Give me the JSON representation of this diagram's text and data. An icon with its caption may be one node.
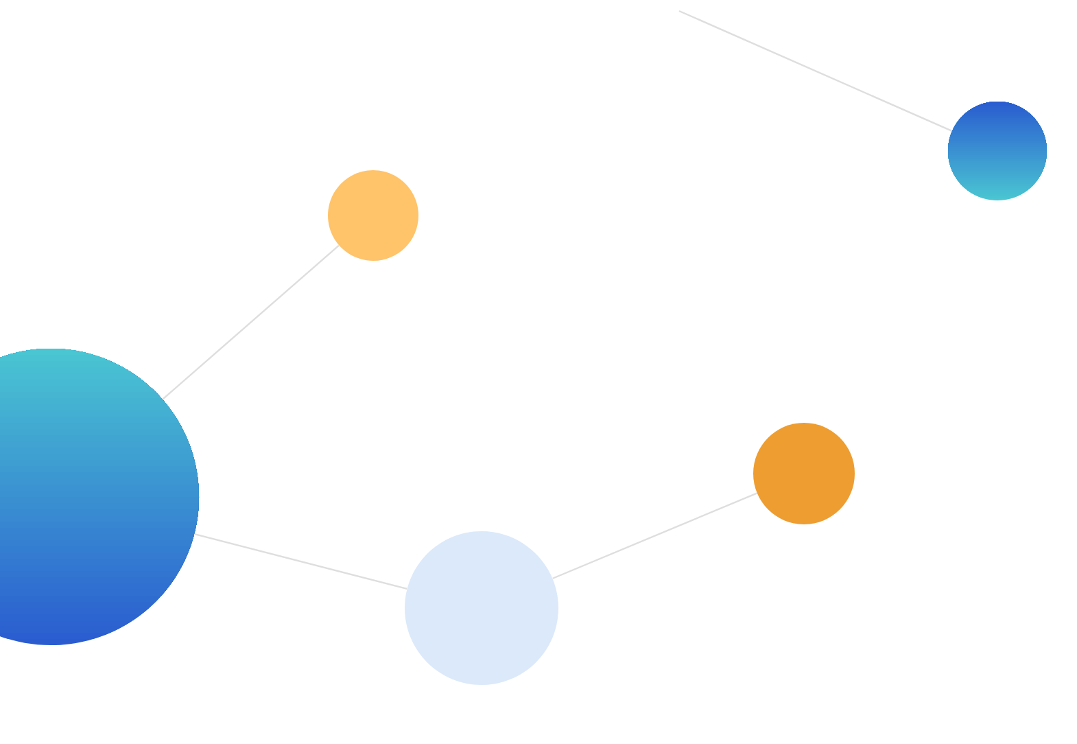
{
  "diagram": {
    "nodes": [
      {
        "text": [],
        "shape": "circle"
      },
      {
        "text": [],
        "shape": "circle"
      },
      {
        "text": [],
        "shape": "circle"
      },
      {
        "text": [],
        "shape": "circle"
      },
      {
        "text": [],
        "shape": "circle"
      }
    ],
    "edges": [
      {
        "from": null,
        "to": 0,
        "arrow": "none"
      },
      {
        "from": 2,
        "to": 1,
        "arrow": "none"
      },
      {
        "from": 2,
        "to": 4,
        "arrow": "none"
      },
      {
        "from": 4,
        "to": 3,
        "arrow": "none"
      }
    ]
  }
}
